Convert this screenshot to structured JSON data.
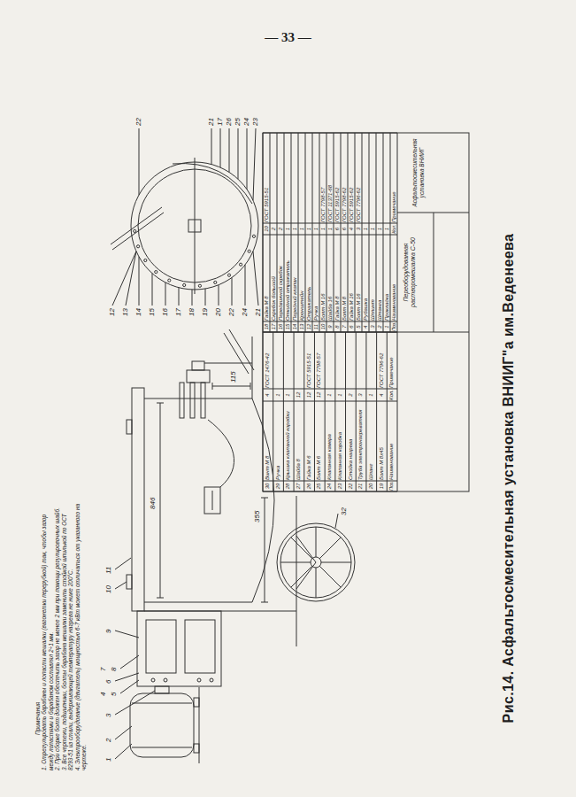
{
  "diagram": {
    "caption": "Рис.14. Асфальтосмесительная установка ВНИИГ\"а им.Веденеева",
    "labels": [
      "— 33 —",
      "Примечания",
      "1. Отрегулировать барабаны и лопасти мешалки (вагонетки перерубкой) так, чтобы зазор между лопастями и барабаном составлял 2÷1 мм.",
      "2. При сборке болт должен обеспечить зазор не менее 2 мм при помощи регулировочных шайб.",
      "3. Все чертежи, подшипники, болты барабана мешалки заменить стойкой шпилькой по ОСТ 8293-51 из стали, выдерживающей температуру нагрева не ниже 200°С.",
      "4. Электрооборудование (двигатель) мощностью 6-7 кВт может отличаться от указанного на чертеже.",
      "1",
      "2",
      "3",
      "4",
      "5",
      "6",
      "7",
      "8",
      "9",
      "10",
      "11",
      "846",
      "355",
      "115",
      "32",
      "22",
      "21",
      "17",
      "26",
      "25",
      "24",
      "23",
      "12",
      "13",
      "14",
      "15",
      "16",
      "17",
      "18",
      "19",
      "20",
      "22",
      "24",
      "21",
      "30",
      "Винт М 8",
      "4",
      "ГОСТ 1476-42",
      "29",
      "Ручка",
      "1",
      "28",
      "Крышка клапанной коробки",
      "1",
      "27",
      "Шайба 8",
      "12",
      "26",
      "Гайка М 6",
      "12",
      "ГОСТ 5915-51",
      "25",
      "Болт М 6",
      "12",
      "ГОСТ 7798-57",
      "24",
      "Клапанная камера",
      "1",
      "23",
      "Клапанная коробка",
      "1",
      "22",
      "Стойка нагрева",
      "2",
      "21",
      "Труба электронагревателя",
      "3",
      "20",
      "Шланг",
      "1",
      "19",
      "Болт М 8х45",
      "4",
      "ГОСТ 7796-62",
      "Поз.",
      "Наименование",
      "Кол.",
      "Примечание",
      "18",
      "Гайка М 8",
      "10",
      "ГОСТ 5915-51",
      "17",
      "Скребок большой",
      "2",
      "16",
      "Передвижной скребок",
      "2",
      "15",
      "Откидной отражатель",
      "1",
      "14",
      "Передний клапан",
      "1",
      "13",
      "Кронштейн",
      "1",
      "12",
      "Отражатель",
      "1",
      "11",
      "Ручка",
      "1",
      "10",
      "Болт М 16",
      "1",
      "ГОСТ 7798-57",
      "9",
      "Шайба 16",
      "1",
      "ГОСТ 11371-68",
      "8",
      "Гайка М 8",
      "6",
      "ГОСТ 5915-62",
      "7",
      "Болт М 8",
      "6",
      "ГОСТ 7798-62",
      "6",
      "Гайка М 16",
      "4",
      "ГОСТ 5915-62",
      "5",
      "Болт М 16",
      "3",
      "ГОСТ 7796-62",
      "4",
      "Рубашка",
      "1",
      "3",
      "Шплинт",
      "1",
      "2",
      "Штанга",
      "1",
      "1",
      "Прокладка",
      "1",
      "Поз.",
      "Наименование",
      "Кол.",
      "Примечание",
      "Переоборудованная растворомешалка С-50",
      "Асфальтосмесительная установка ВНИИГ"
    ]
  }
}
